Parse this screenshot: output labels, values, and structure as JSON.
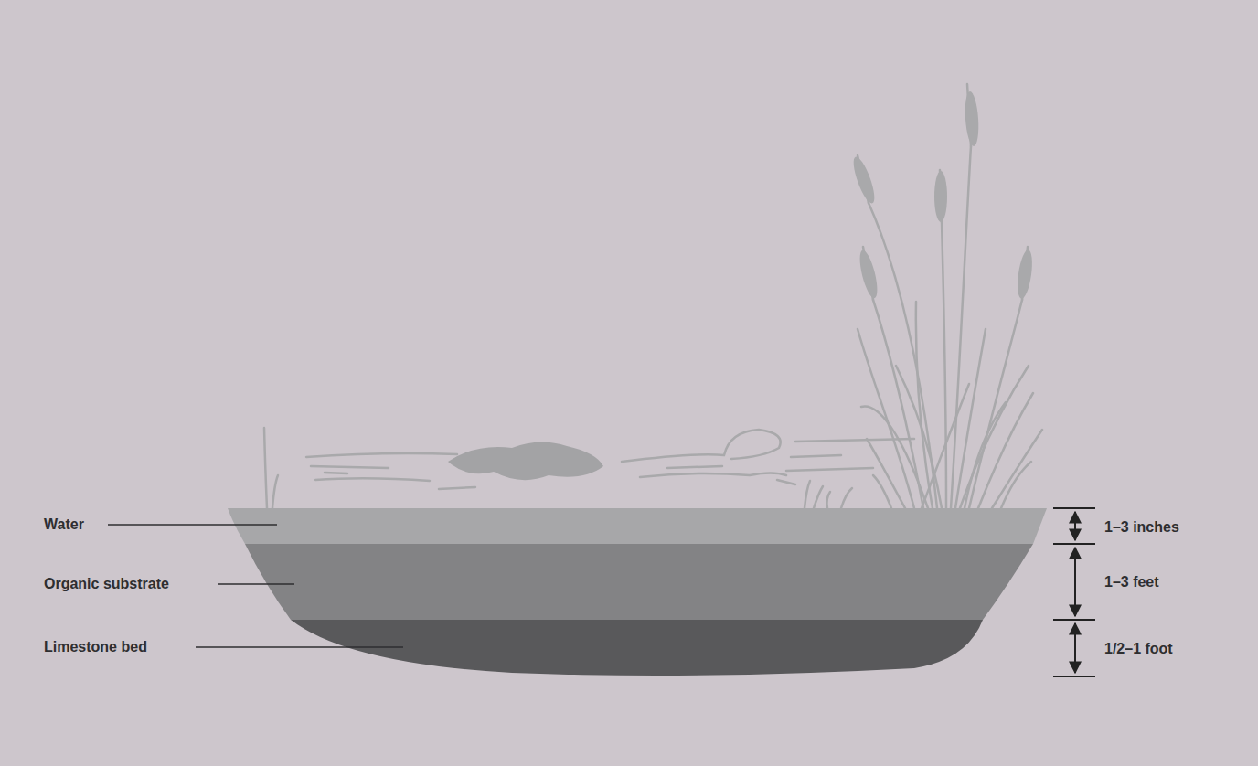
{
  "diagram": {
    "labels": [
      "Water",
      "Organic substrate",
      "Limestone bed",
      "1–3 inches",
      "1–3 feet",
      "1/2–1 foot"
    ]
  }
}
